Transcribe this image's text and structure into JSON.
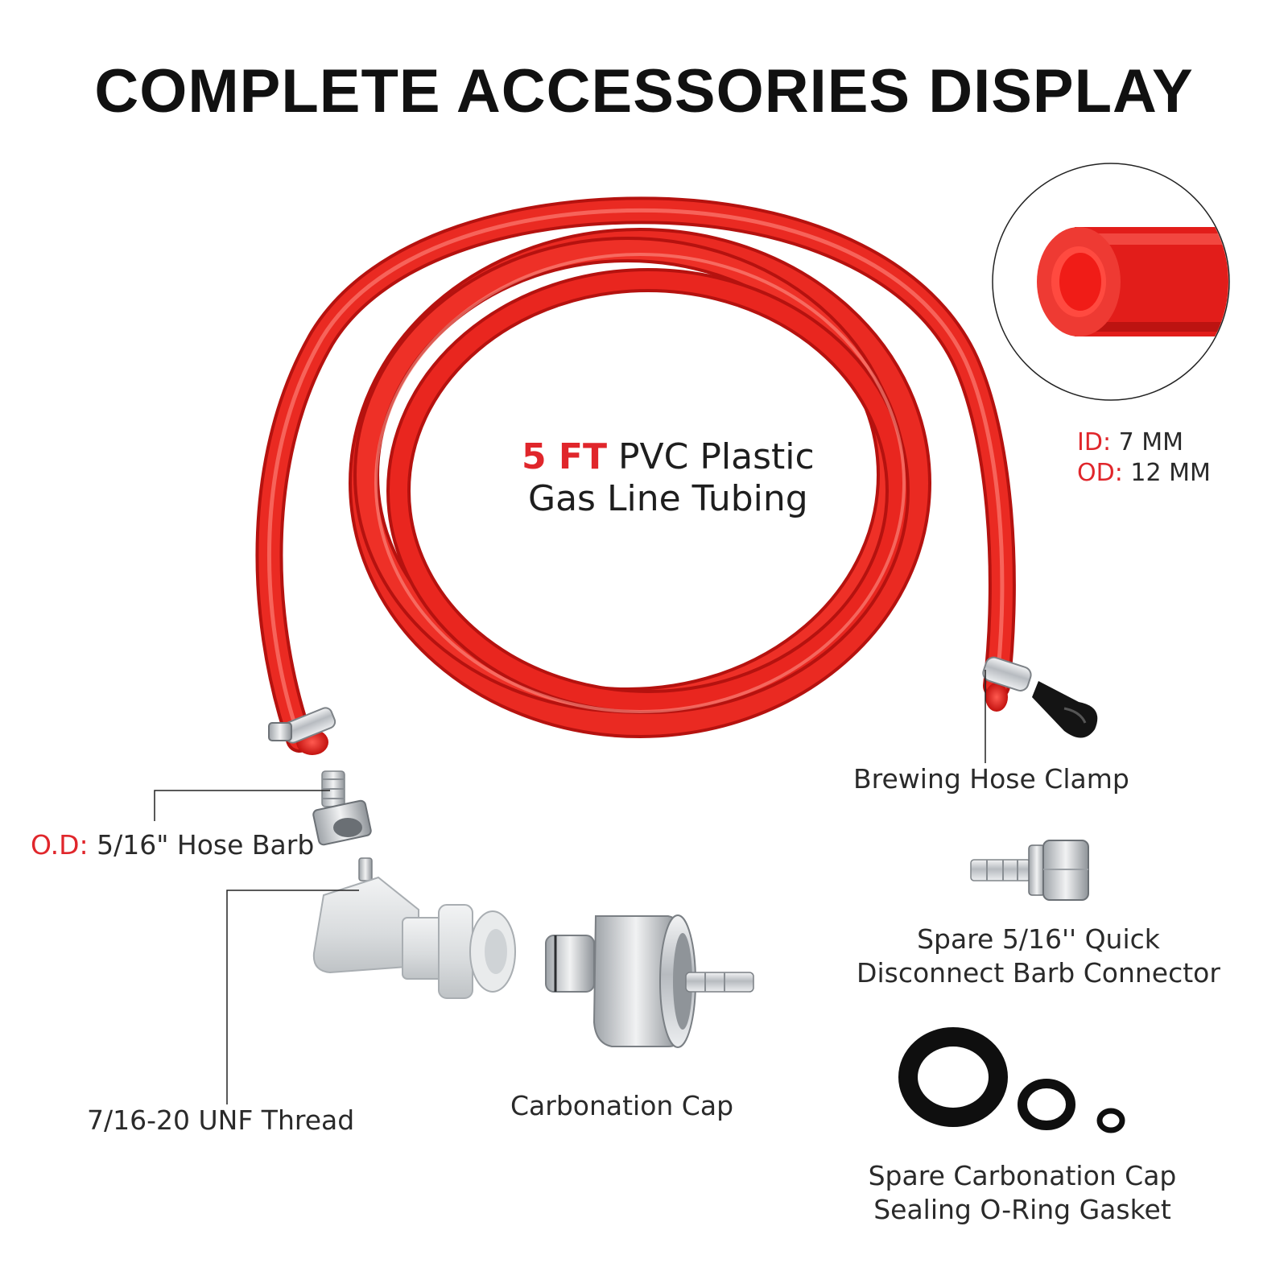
{
  "title": "COMPLETE ACCESSORIES DISPLAY",
  "colors": {
    "accent": "#e0262b",
    "tube": "#e8221f",
    "steel": "#c9ccd0",
    "plastic": "#e7e9ea",
    "rubber": "#111111"
  },
  "tubing": {
    "length": "5 FT",
    "line1_rest": "PVC Plastic",
    "line2": "Gas Line Tubing"
  },
  "dimensions": {
    "id_label": "ID:",
    "id_value": "7 MM",
    "od_label": "OD:",
    "od_value": "12 MM"
  },
  "labels": {
    "hose_clamp": "Brewing Hose Clamp",
    "hose_barb_prefix": "O.D:",
    "hose_barb": "5/16\" Hose Barb",
    "thread": "7/16-20 UNF Thread",
    "carbonation_cap": "Carbonation Cap",
    "spare_barb_line1": "Spare 5/16'' Quick",
    "spare_barb_line2": "Disconnect Barb Connector",
    "oring_line1": "Spare Carbonation Cap",
    "oring_line2": "Sealing O-Ring Gasket"
  }
}
